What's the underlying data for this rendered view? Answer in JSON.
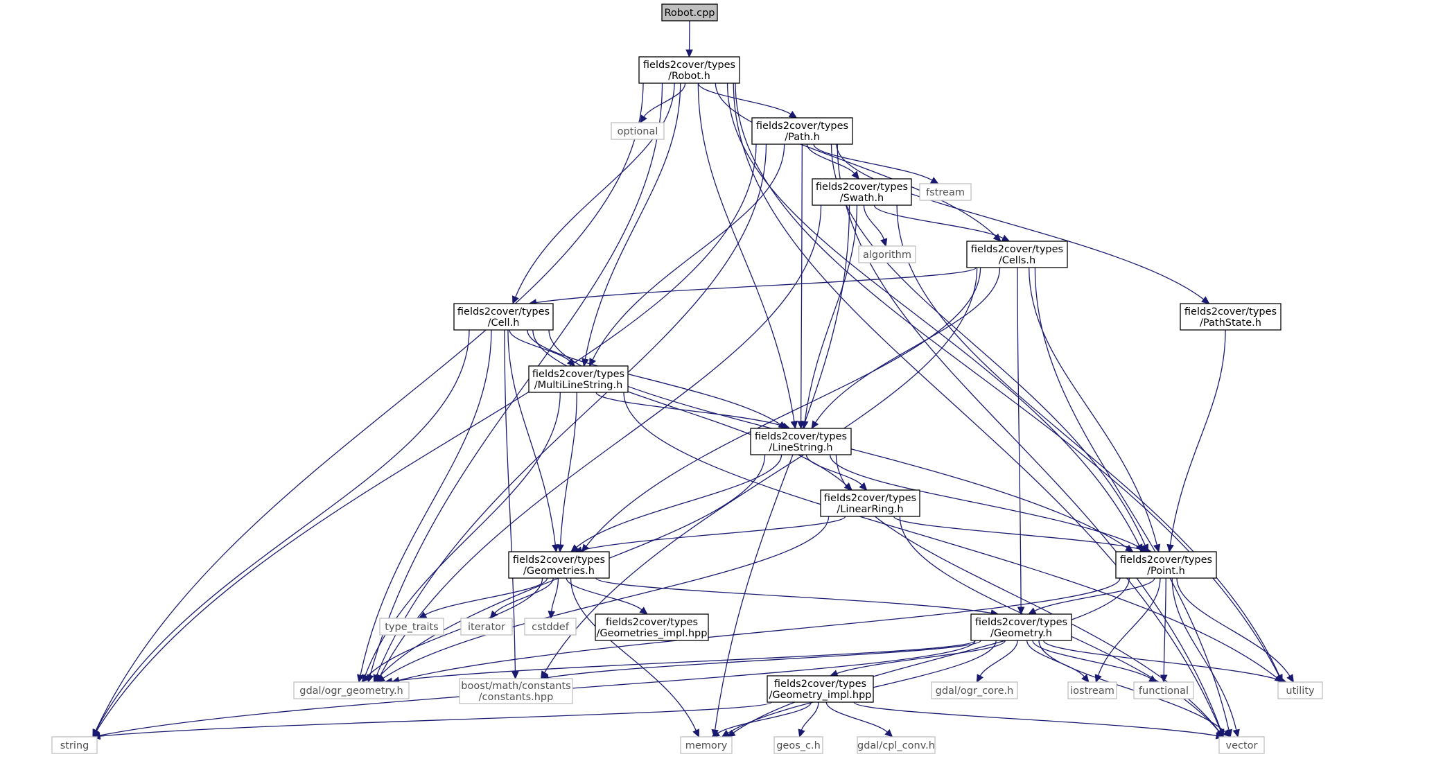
{
  "colors": {
    "edge": "#191970",
    "node_border": "#000000",
    "system_border": "#bfbfbf",
    "root_fill": "#bfbfbf",
    "node_fill": "#ffffff",
    "system_text": "#505050"
  },
  "nodes": [
    {
      "id": "robot_cpp",
      "kind": "root",
      "lines": [
        "Robot.cpp"
      ]
    },
    {
      "id": "robot_h",
      "kind": "project",
      "lines": [
        "fields2cover/types",
        "/Robot.h"
      ]
    },
    {
      "id": "optional",
      "kind": "system",
      "lines": [
        "optional"
      ]
    },
    {
      "id": "path_h",
      "kind": "project",
      "lines": [
        "fields2cover/types",
        "/Path.h"
      ]
    },
    {
      "id": "swath_h",
      "kind": "project",
      "lines": [
        "fields2cover/types",
        "/Swath.h"
      ]
    },
    {
      "id": "fstream",
      "kind": "system",
      "lines": [
        "fstream"
      ]
    },
    {
      "id": "algorithm",
      "kind": "system",
      "lines": [
        "algorithm"
      ]
    },
    {
      "id": "cells_h",
      "kind": "project",
      "lines": [
        "fields2cover/types",
        "/Cells.h"
      ]
    },
    {
      "id": "cell_h",
      "kind": "project",
      "lines": [
        "fields2cover/types",
        "/Cell.h"
      ]
    },
    {
      "id": "pathstate_h",
      "kind": "project",
      "lines": [
        "fields2cover/types",
        "/PathState.h"
      ]
    },
    {
      "id": "multilinestring_h",
      "kind": "project",
      "lines": [
        "fields2cover/types",
        "/MultiLineString.h"
      ]
    },
    {
      "id": "linestring_h",
      "kind": "project",
      "lines": [
        "fields2cover/types",
        "/LineString.h"
      ]
    },
    {
      "id": "linearring_h",
      "kind": "project",
      "lines": [
        "fields2cover/types",
        "/LinearRing.h"
      ]
    },
    {
      "id": "geometries_h",
      "kind": "project",
      "lines": [
        "fields2cover/types",
        "/Geometries.h"
      ]
    },
    {
      "id": "point_h",
      "kind": "project",
      "lines": [
        "fields2cover/types",
        "/Point.h"
      ]
    },
    {
      "id": "type_traits",
      "kind": "system",
      "lines": [
        "type_traits"
      ]
    },
    {
      "id": "iterator",
      "kind": "system",
      "lines": [
        "iterator"
      ]
    },
    {
      "id": "cstddef",
      "kind": "system",
      "lines": [
        "cstddef"
      ]
    },
    {
      "id": "geometries_impl",
      "kind": "project",
      "lines": [
        "fields2cover/types",
        "/Geometries_impl.hpp"
      ]
    },
    {
      "id": "geometry_h",
      "kind": "project",
      "lines": [
        "fields2cover/types",
        "/Geometry.h"
      ]
    },
    {
      "id": "ogr_geometry",
      "kind": "system",
      "lines": [
        "gdal/ogr_geometry.h"
      ]
    },
    {
      "id": "boost_constants",
      "kind": "system",
      "lines": [
        "boost/math/constants",
        "/constants.hpp"
      ]
    },
    {
      "id": "geometry_impl",
      "kind": "project",
      "lines": [
        "fields2cover/types",
        "/Geometry_impl.hpp"
      ]
    },
    {
      "id": "ogr_core",
      "kind": "system",
      "lines": [
        "gdal/ogr_core.h"
      ]
    },
    {
      "id": "iostream",
      "kind": "system",
      "lines": [
        "iostream"
      ]
    },
    {
      "id": "functional",
      "kind": "system",
      "lines": [
        "functional"
      ]
    },
    {
      "id": "utility",
      "kind": "system",
      "lines": [
        "utility"
      ]
    },
    {
      "id": "string",
      "kind": "system",
      "lines": [
        "string"
      ]
    },
    {
      "id": "memory",
      "kind": "system",
      "lines": [
        "memory"
      ]
    },
    {
      "id": "geos_c",
      "kind": "system",
      "lines": [
        "geos_c.h"
      ]
    },
    {
      "id": "cpl_conv",
      "kind": "system",
      "lines": [
        "gdal/cpl_conv.h"
      ]
    },
    {
      "id": "vector",
      "kind": "system",
      "lines": [
        "vector"
      ]
    }
  ],
  "edges": [
    [
      "robot_cpp",
      "robot_h"
    ],
    [
      "robot_h",
      "string"
    ],
    [
      "robot_h",
      "ogr_geometry"
    ],
    [
      "robot_h",
      "cell_h"
    ],
    [
      "robot_h",
      "multilinestring_h"
    ],
    [
      "robot_h",
      "optional"
    ],
    [
      "robot_h",
      "linestring_h"
    ],
    [
      "robot_h",
      "path_h"
    ],
    [
      "robot_h",
      "cells_h"
    ],
    [
      "robot_h",
      "point_h"
    ],
    [
      "robot_h",
      "utility"
    ],
    [
      "robot_h",
      "vector"
    ],
    [
      "path_h",
      "string"
    ],
    [
      "path_h",
      "ogr_geometry"
    ],
    [
      "path_h",
      "multilinestring_h"
    ],
    [
      "path_h",
      "linestring_h"
    ],
    [
      "path_h",
      "swath_h"
    ],
    [
      "path_h",
      "fstream"
    ],
    [
      "path_h",
      "pathstate_h"
    ],
    [
      "path_h",
      "point_h"
    ],
    [
      "path_h",
      "vector"
    ],
    [
      "swath_h",
      "ogr_geometry"
    ],
    [
      "swath_h",
      "memory"
    ],
    [
      "swath_h",
      "algorithm"
    ],
    [
      "swath_h",
      "cells_h"
    ],
    [
      "swath_h",
      "linestring_h"
    ],
    [
      "swath_h",
      "utility"
    ],
    [
      "cells_h",
      "cell_h"
    ],
    [
      "cells_h",
      "geometries_h"
    ],
    [
      "cells_h",
      "linestring_h"
    ],
    [
      "cells_h",
      "boost_constants"
    ],
    [
      "cells_h",
      "geometry_h"
    ],
    [
      "cells_h",
      "point_h"
    ],
    [
      "cells_h",
      "vector"
    ],
    [
      "pathstate_h",
      "point_h"
    ],
    [
      "cell_h",
      "string"
    ],
    [
      "cell_h",
      "boost_constants"
    ],
    [
      "cell_h",
      "ogr_geometry"
    ],
    [
      "cell_h",
      "geometries_h"
    ],
    [
      "cell_h",
      "multilinestring_h"
    ],
    [
      "cell_h",
      "linestring_h"
    ],
    [
      "cell_h",
      "linearring_h"
    ],
    [
      "cell_h",
      "point_h"
    ],
    [
      "multilinestring_h",
      "ogr_geometry"
    ],
    [
      "multilinestring_h",
      "geometries_h"
    ],
    [
      "multilinestring_h",
      "linestring_h"
    ],
    [
      "multilinestring_h",
      "utility"
    ],
    [
      "linestring_h",
      "ogr_geometry"
    ],
    [
      "linestring_h",
      "geometries_h"
    ],
    [
      "linestring_h",
      "linearring_h"
    ],
    [
      "linestring_h",
      "point_h"
    ],
    [
      "linestring_h",
      "vector"
    ],
    [
      "linearring_h",
      "ogr_geometry"
    ],
    [
      "linearring_h",
      "geometries_h"
    ],
    [
      "linearring_h",
      "point_h"
    ],
    [
      "linearring_h",
      "vector"
    ],
    [
      "geometries_h",
      "memory"
    ],
    [
      "geometries_h",
      "ogr_geometry"
    ],
    [
      "geometries_h",
      "type_traits"
    ],
    [
      "geometries_h",
      "iterator"
    ],
    [
      "geometries_h",
      "cstddef"
    ],
    [
      "geometries_h",
      "geometries_impl"
    ],
    [
      "geometries_h",
      "geometry_h"
    ],
    [
      "point_h",
      "ogr_geometry"
    ],
    [
      "point_h",
      "memory"
    ],
    [
      "point_h",
      "geometry_h"
    ],
    [
      "point_h",
      "iostream"
    ],
    [
      "point_h",
      "functional"
    ],
    [
      "point_h",
      "utility"
    ],
    [
      "point_h",
      "vector"
    ],
    [
      "geometry_h",
      "ogr_geometry"
    ],
    [
      "geometry_h",
      "boost_constants"
    ],
    [
      "geometry_h",
      "string"
    ],
    [
      "geometry_h",
      "memory"
    ],
    [
      "geometry_h",
      "geometry_impl"
    ],
    [
      "geometry_h",
      "ogr_core"
    ],
    [
      "geometry_h",
      "iostream"
    ],
    [
      "geometry_h",
      "functional"
    ],
    [
      "geometry_h",
      "utility"
    ],
    [
      "geometry_h",
      "vector"
    ],
    [
      "geometry_impl",
      "string"
    ],
    [
      "geometry_impl",
      "memory"
    ],
    [
      "geometry_impl",
      "geos_c"
    ],
    [
      "geometry_impl",
      "cpl_conv"
    ],
    [
      "geometry_impl",
      "vector"
    ]
  ]
}
